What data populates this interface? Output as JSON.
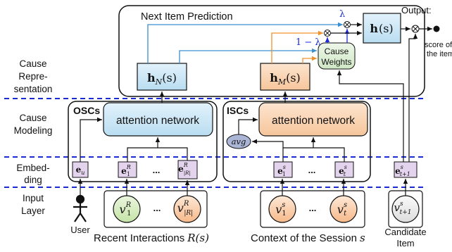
{
  "layers": {
    "cause_representation": [
      "Cause",
      "Repre-",
      "sentation"
    ],
    "cause_modeling": [
      "Cause",
      "Modeling"
    ],
    "embedding": [
      "Embed-",
      "ding"
    ],
    "input_layer": [
      "Input",
      "Layer"
    ]
  },
  "prediction": {
    "title": "Next Item Prediction",
    "output_label": "Output:",
    "score_label": [
      "score of",
      "the item"
    ]
  },
  "oscs": {
    "label": "OSCs",
    "attention": "attention network"
  },
  "iscs": {
    "label": "ISCs",
    "attention": "attention network",
    "avg": "avg"
  },
  "cause_weights": [
    "Cause",
    "Weights"
  ],
  "weights": {
    "lambda": "λ",
    "one_minus_lambda": "1 − λ"
  },
  "representations": {
    "h_n": "h",
    "h_n_sub": "N",
    "h_n_arg": "(s)",
    "h_m": "h",
    "h_m_sub": "M",
    "h_m_arg": "(s)",
    "h_final": "h",
    "h_final_arg": "(s)"
  },
  "embeddings": {
    "user": {
      "base": "e",
      "sub": "u",
      "sup": ""
    },
    "recent_1": {
      "base": "e",
      "sub": "1",
      "sup": "R"
    },
    "recent_n": {
      "base": "e",
      "sub": "|R|",
      "sup": "R"
    },
    "session_1": {
      "base": "e",
      "sub": "1",
      "sup": "s"
    },
    "session_t": {
      "base": "e",
      "sub": "t",
      "sup": "s"
    },
    "candidate": {
      "base": "e",
      "sub": "t+1",
      "sup": "s"
    }
  },
  "ellipsis": "...",
  "inputs": {
    "recent_1": {
      "base": "v",
      "sub": "1",
      "sup": "R"
    },
    "recent_n": {
      "base": "v",
      "sub": "|R|",
      "sup": "R"
    },
    "session_1": {
      "base": "v",
      "sub": "1",
      "sup": "s"
    },
    "session_t": {
      "base": "v",
      "sub": "t",
      "sup": "s"
    },
    "candidate": {
      "base": "v",
      "sub": "t+1",
      "sup": "s"
    }
  },
  "captions": {
    "user": "User",
    "recent": "Recent Interactions",
    "recent_math": "R(s)",
    "session": "Context of the Session",
    "session_math": "s",
    "candidate": [
      "Candidate",
      "Item"
    ]
  },
  "colors": {
    "blue_fill": "#cce6f4",
    "blue_line": "#3a8fd0",
    "orange_fill": "#f9d3b4",
    "orange_line": "#f0902a",
    "purple_fill": "#e3d3ec",
    "green_fill": "#d9ecd0",
    "dash_blue": "#1a2bd6"
  }
}
